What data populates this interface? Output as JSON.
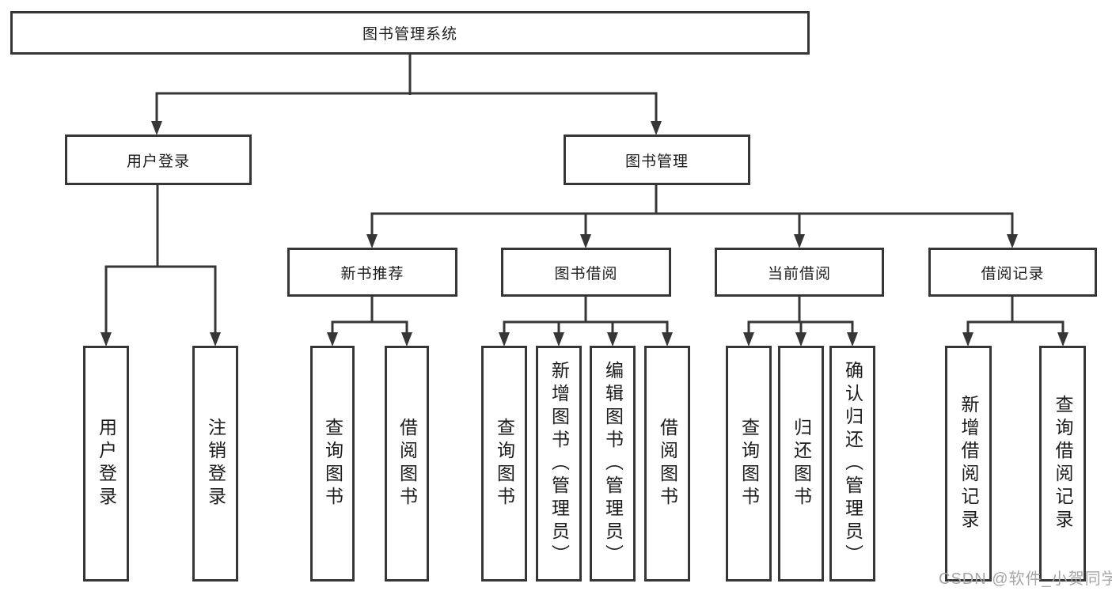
{
  "tree": {
    "root": {
      "label": "图书管理系统",
      "children": [
        {
          "label": "用户登录",
          "children": [
            {
              "label": "用户登录"
            },
            {
              "label": "注销登录"
            }
          ]
        },
        {
          "label": "图书管理",
          "children": [
            {
              "label": "新书推荐",
              "children": [
                {
                  "label": "查询图书"
                },
                {
                  "label": "借阅图书"
                }
              ]
            },
            {
              "label": "图书借阅",
              "children": [
                {
                  "label": "查询图书"
                },
                {
                  "label": "新增图书（管理员）"
                },
                {
                  "label": "编辑图书（管理员）"
                },
                {
                  "label": "借阅图书"
                }
              ]
            },
            {
              "label": "当前借阅",
              "children": [
                {
                  "label": "查询图书"
                },
                {
                  "label": "归还图书"
                },
                {
                  "label": "确认归还（管理员）"
                }
              ]
            },
            {
              "label": "借阅记录",
              "children": [
                {
                  "label": "新增借阅记录"
                },
                {
                  "label": "查询借阅记录"
                }
              ]
            }
          ]
        }
      ]
    }
  },
  "watermark": "CSDN @软件_小贺同学",
  "style": {
    "line_color": "#363636",
    "text_color": "#1c1c1c",
    "watermark_color": "#a6a6a6",
    "background": "#ffffff"
  }
}
